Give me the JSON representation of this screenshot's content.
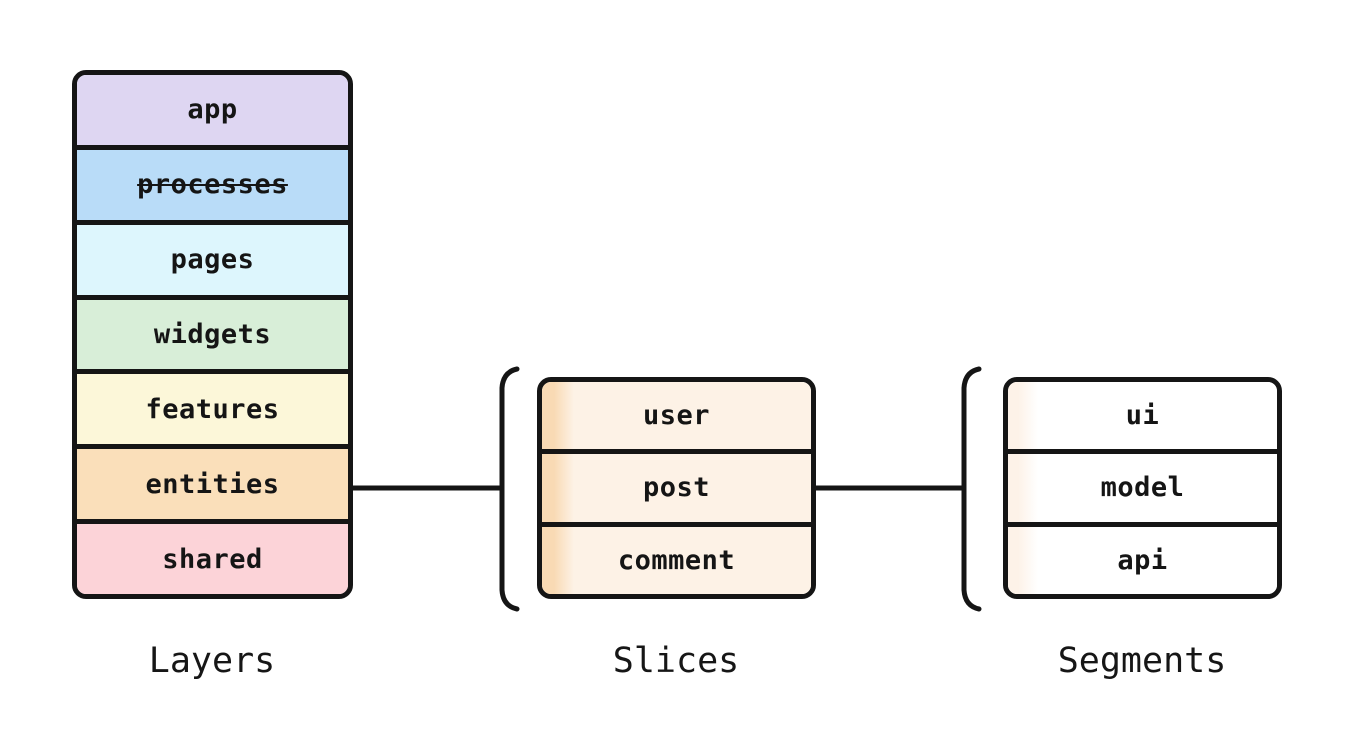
{
  "colors": {
    "stroke": "#151515",
    "background": "#ffffff",
    "text": "#151515"
  },
  "columns": [
    {
      "label": "Layers",
      "row_kind": "layer-row",
      "rows": [
        {
          "label": "app",
          "fill": "#ded6f2"
        },
        {
          "label": "processes",
          "fill": "#b9dcf8",
          "strikethrough": true
        },
        {
          "label": "pages",
          "fill": "#ddf6fd"
        },
        {
          "label": "widgets",
          "fill": "#d8eed8"
        },
        {
          "label": "features",
          "fill": "#fcf7d9"
        },
        {
          "label": "entities",
          "fill": "#fadfba"
        },
        {
          "label": "shared",
          "fill": "#fcd3d8"
        }
      ]
    },
    {
      "label": "Slices",
      "row_kind": "slice-row",
      "accent": {
        "color": "#f9dab4",
        "solid": 12,
        "fade": 32
      },
      "rows": [
        {
          "label": "user",
          "fill": "#fdf2e6"
        },
        {
          "label": "post",
          "fill": "#fdf2e6"
        },
        {
          "label": "comment",
          "fill": "#fdf2e6"
        }
      ]
    },
    {
      "label": "Segments",
      "row_kind": "segment-row",
      "accent": {
        "color": "#fdf2e8",
        "solid": 10,
        "fade": 30
      },
      "rows": [
        {
          "label": "ui",
          "fill": "#ffffff"
        },
        {
          "label": "model",
          "fill": "#ffffff"
        },
        {
          "label": "api",
          "fill": "#ffffff"
        }
      ]
    }
  ]
}
